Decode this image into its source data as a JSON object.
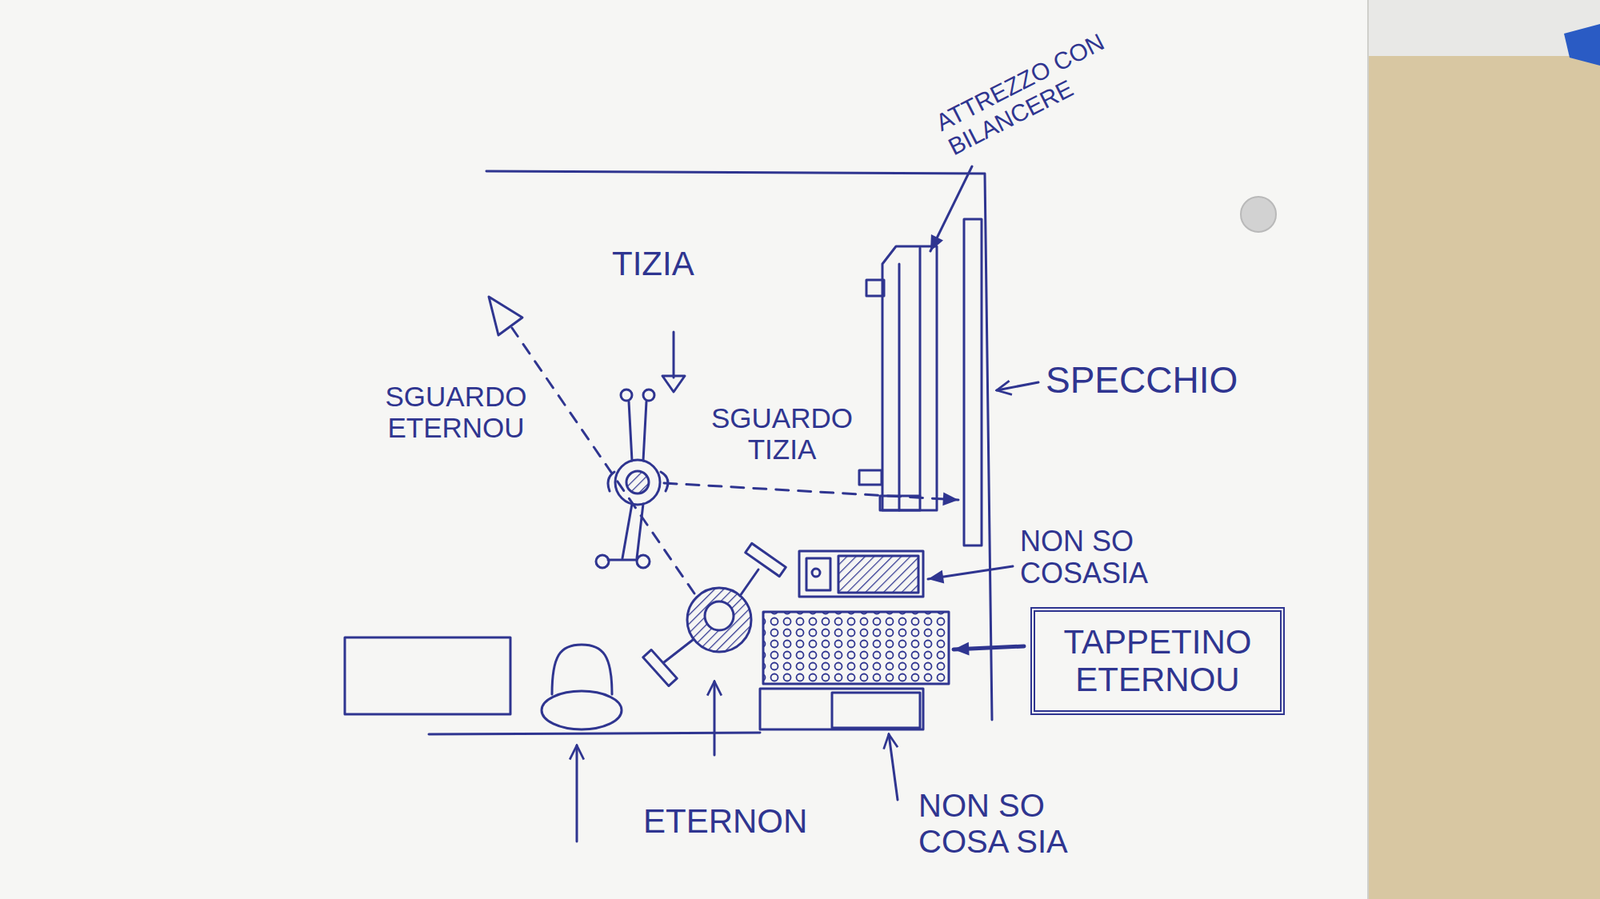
{
  "diagram": {
    "nodes": [
      {
        "text": [
          "TAPPETINO ETERNOU"
        ]
      }
    ],
    "labels": [
      "ATTREZZO CON BILANCERE",
      "TIZIA",
      "SGUARDO ETERNOU",
      "SGUARDO TIZIA",
      "SPECCHIO",
      "NON SO COSASIA",
      "ETERNON",
      "NON SO COSA SIA"
    ]
  }
}
